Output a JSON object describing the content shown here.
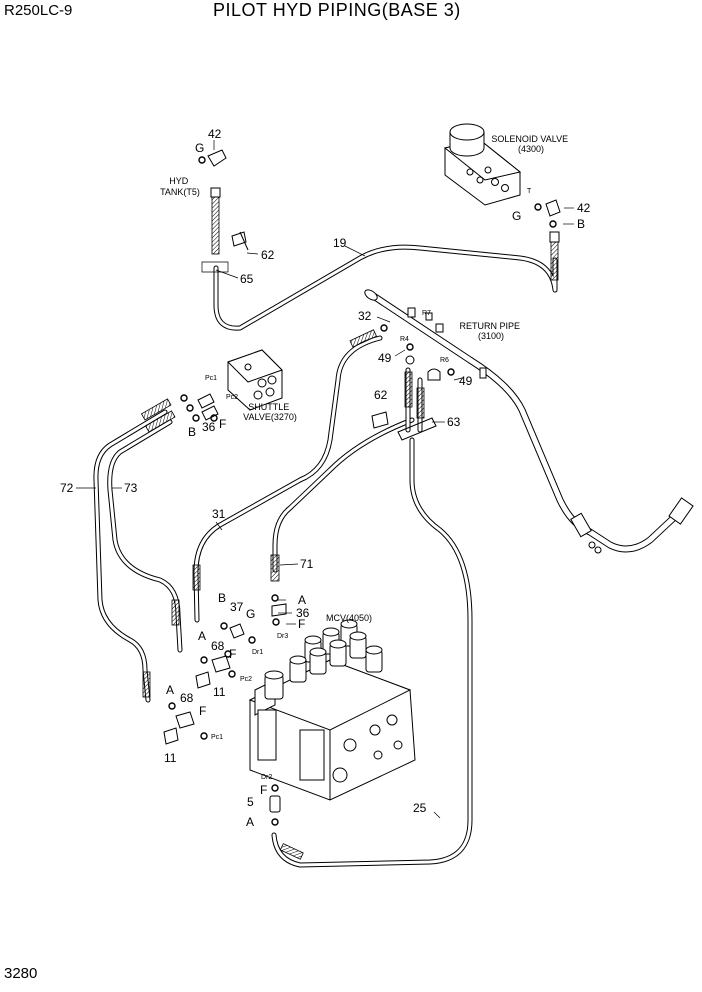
{
  "header": {
    "model": "R250LC-9",
    "title": "PILOT HYD PIPING(BASE 3)"
  },
  "footer": {
    "page_number": "3280"
  },
  "components": {
    "hyd_tank": "HYD\nTANK(T5)",
    "solenoid_valve": "SOLENOID VALVE\n(4300)",
    "return_pipe": "RETURN PIPE\n(3100)",
    "shuttle_valve": "SHUTTLE\nVALVE(3270)",
    "mcv": "MCV(4050)"
  },
  "part_numbers": {
    "p42a": "42",
    "p42b": "42",
    "p62a": "62",
    "p62b": "62",
    "p65": "65",
    "p19": "19",
    "p32": "32",
    "p49a": "49",
    "p49b": "49",
    "p63": "63",
    "p36a": "36",
    "p36b": "36",
    "p72": "72",
    "p73": "73",
    "p31": "31",
    "p71": "71",
    "p37": "37",
    "p68a": "68",
    "p68b": "68",
    "p11a": "11",
    "p11b": "11",
    "p5": "5",
    "p25": "25"
  },
  "letters": {
    "g1": "G",
    "g2": "G",
    "g3": "G",
    "b1": "B",
    "b2": "B",
    "b3": "B",
    "f1": "F",
    "f2": "F",
    "f3": "F",
    "f4": "F",
    "f5": "F",
    "a1": "A",
    "a2": "A",
    "a3": "A",
    "a4": "A"
  },
  "ports": {
    "t": "T",
    "r7": "R7",
    "r4": "R4",
    "r6": "R6",
    "pc1a": "Pc1",
    "pc2a": "Pc2",
    "pc2b": "Pc2",
    "pc1b": "Pc1",
    "dr3": "Dr3",
    "dr1": "Dr1",
    "dr2": "Dr2"
  }
}
